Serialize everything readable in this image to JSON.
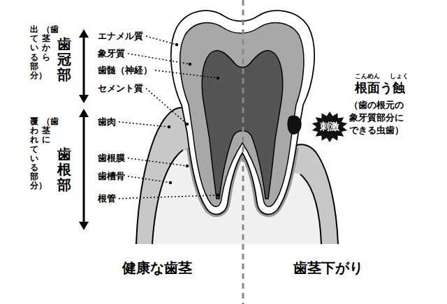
{
  "diagram": {
    "nodes": [
      {
        "text": [
          "刺激"
        ]
      }
    ],
    "labels": [
      "歯冠部",
      "（歯茎から",
      "出ている部分）",
      "歯根部",
      "（歯茎に",
      "覆われている部分）",
      "エナメル質",
      "象牙質",
      "歯髄（神経）",
      "セメント質",
      "歯肉",
      "歯根膜",
      "歯槽骨",
      "根管",
      "こん",
      "めん",
      "しょく",
      "根面う蝕",
      "（歯の根元の 象牙質部分に できる虫歯）",
      "健康な歯茎",
      "歯茎下がり"
    ]
  }
}
